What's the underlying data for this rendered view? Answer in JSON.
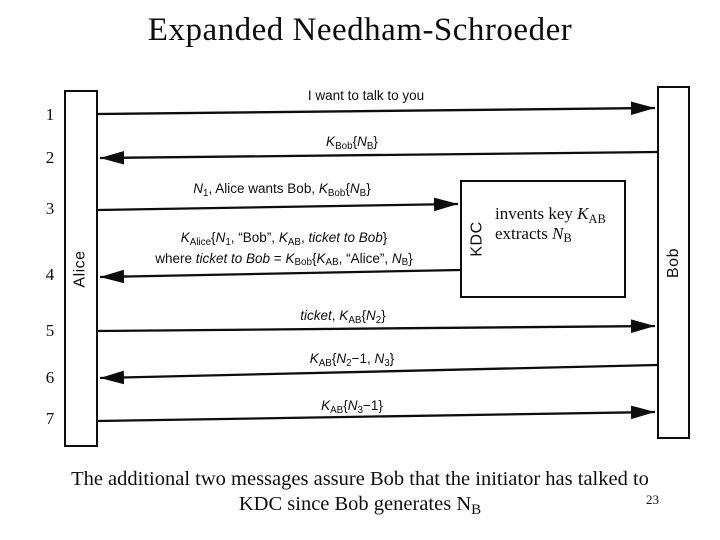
{
  "slide": {
    "title": "Expanded Needham-Schroeder",
    "caption_line1": "The additional two messages assure Bob that the initiator has talked to",
    "caption_line2": "KDC since Bob generates N_{B}",
    "page_number": "23"
  },
  "diagram": {
    "type": "protocol-sequence-diagram",
    "actors": {
      "alice": "Alice",
      "kdc": "KDC",
      "bob": "Bob"
    },
    "kdc_notes": [
      "invents key *K*_{AB}",
      "extracts *N*_{B}"
    ],
    "messages": [
      {
        "step": "1",
        "from": "Alice",
        "to": "Bob",
        "label": "I want to talk to you"
      },
      {
        "step": "2",
        "from": "Bob",
        "to": "Alice",
        "label": "*K*_{Bob}{*N*_{B}}"
      },
      {
        "step": "3",
        "from": "Alice",
        "to": "KDC",
        "label": "*N*_{1}, Alice wants Bob, *K*_{Bob}{*N*_{B}}"
      },
      {
        "step": "4",
        "from": "KDC",
        "to": "Alice",
        "label": "*K*_{Alice}{*N*_{1}, “Bob”, *K*_{AB}, *ticket to Bob*}",
        "label2": "where *ticket to Bob* = *K*_{Bob}{*K*_{AB}, “Alice”, *N*_{B}}"
      },
      {
        "step": "5",
        "from": "Alice",
        "to": "Bob",
        "label": "*ticket*, *K*_{AB}{*N*_{2}}"
      },
      {
        "step": "6",
        "from": "Bob",
        "to": "Alice",
        "label": "*K*_{AB}{*N*_{2}−1, *N*_{3}}"
      },
      {
        "step": "7",
        "from": "Alice",
        "to": "Bob",
        "label": "*K*_{AB}{*N*_{3}−1}"
      }
    ]
  },
  "colors": {
    "ink": "#0d0d0d",
    "background": "#ffffff"
  }
}
